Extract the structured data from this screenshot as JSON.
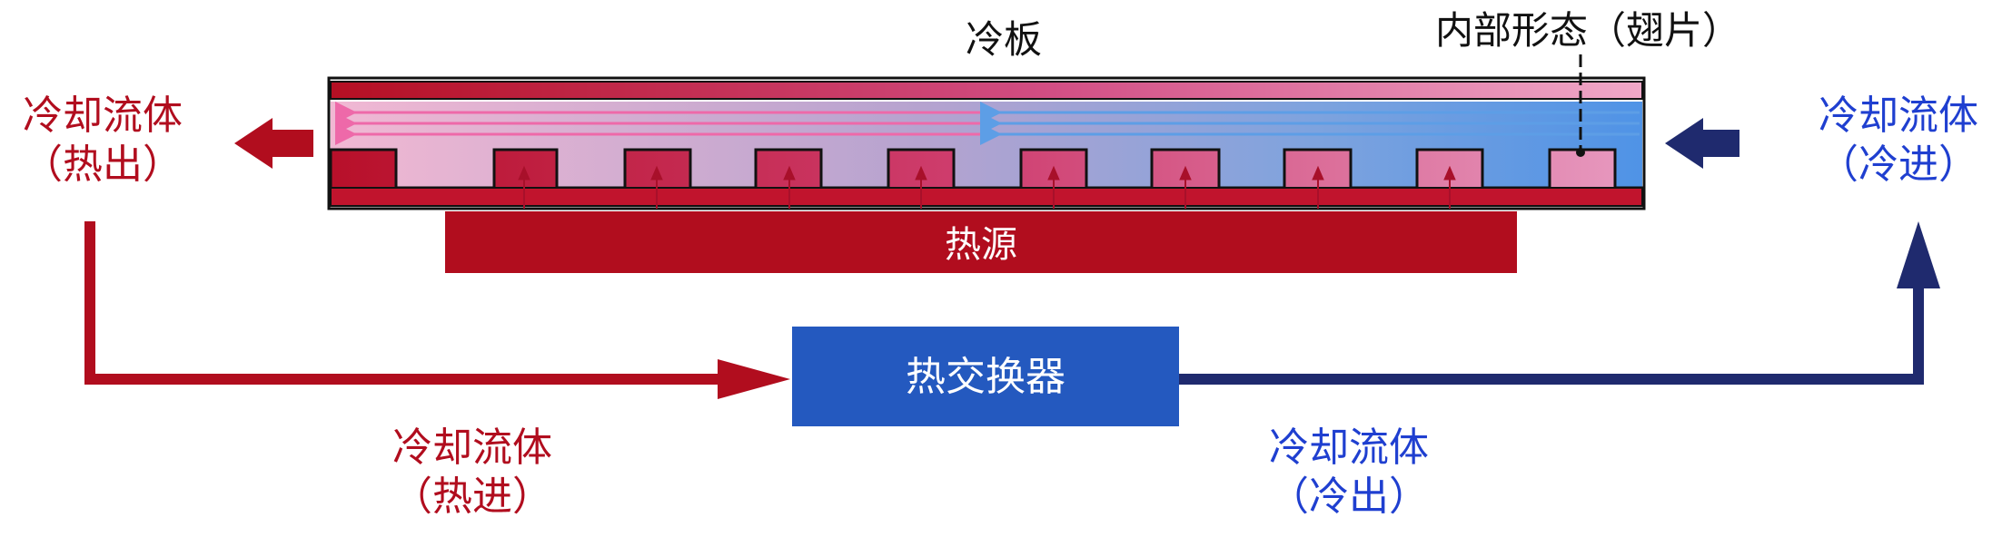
{
  "labels": {
    "cold_plate": "冷板",
    "internal_form": "内部形态（翅片）",
    "heat_source": "热源",
    "heat_exchanger": "热交换器",
    "left_fluid_line1": "冷却流体",
    "left_fluid_line2": "（热出）",
    "right_fluid_line1": "冷却流体",
    "right_fluid_line2": "（冷进）",
    "bottom_left_line1": "冷却流体",
    "bottom_left_line2": "（热进）",
    "bottom_right_line1": "冷却流体",
    "bottom_right_line2": "（冷出）"
  },
  "colors": {
    "hot": "#b20f1f",
    "cold_dark": "#1f2a6e",
    "cold_text": "#1f3fd0",
    "exchanger": "#2459bf",
    "fin": "#c81e4e",
    "flow_pink": "#e86aa5",
    "flow_blue": "#5b9be0"
  }
}
